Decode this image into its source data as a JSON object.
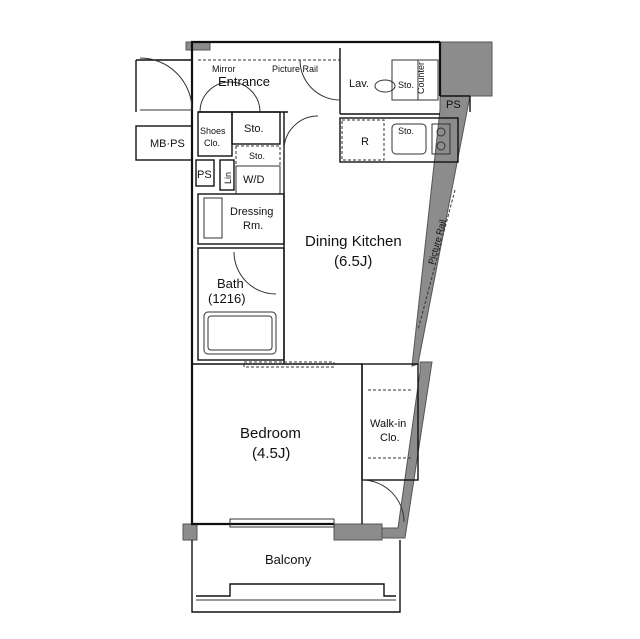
{
  "rooms": {
    "entrance": "Entrance",
    "mirror": "Mirror",
    "picture_rail_top": "Picture Rail",
    "lav": "Lav.",
    "sto_lav": "Sto.",
    "counter": "Counter",
    "ps_right": "PS",
    "shoes_clo": [
      "Shoes",
      "Clo."
    ],
    "sto_entrance": "Sto.",
    "mb_ps": "MB·PS",
    "ps_left": "PS",
    "lin": "Lin",
    "sto_wd": "Sto.",
    "wd": "W/D",
    "dressing_rm": [
      "Dressing",
      "Rm."
    ],
    "bath": [
      "Bath",
      "(1216)"
    ],
    "refrigerator": "R",
    "sto_kitchen": "Sto.",
    "dining_kitchen": [
      "Dining Kitchen",
      "(6.5J)"
    ],
    "picture_rail_side": "Picture Rail",
    "bedroom": [
      "Bedroom",
      "(4.5J)"
    ],
    "walk_in_clo": [
      "Walk-in",
      "Clo."
    ],
    "balcony": "Balcony"
  }
}
